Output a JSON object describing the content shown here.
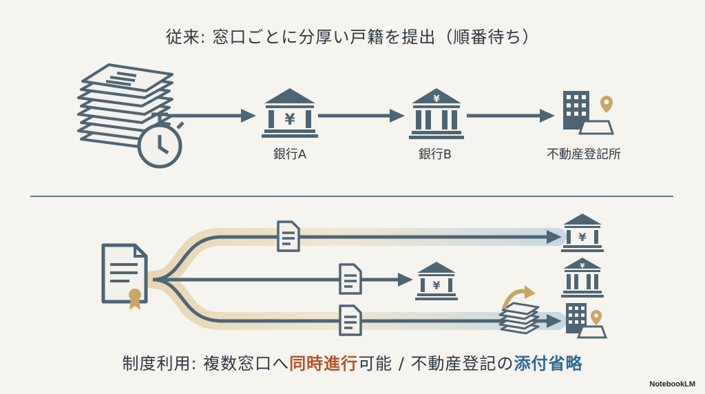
{
  "top": {
    "title": "従来: 窓口ごとに分厚い戸籍を提出（順番待ち）",
    "labels": [
      "銀行A",
      "銀行B",
      "不動産登記所"
    ]
  },
  "bottom": {
    "title_prefix": "制度利用: 複数窓口へ",
    "title_hl1": "同時進行",
    "title_mid": "可能 / 不動産登記の",
    "title_hl2": "添付省略"
  },
  "brand": "NotebookLM",
  "colors": {
    "dark": "#4e6573",
    "beige": "#e8d6b3",
    "lightblue": "#c9d9e3",
    "gold": "#c9a664",
    "accent_red": "#b2552f",
    "accent_blue": "#2e6a93"
  }
}
